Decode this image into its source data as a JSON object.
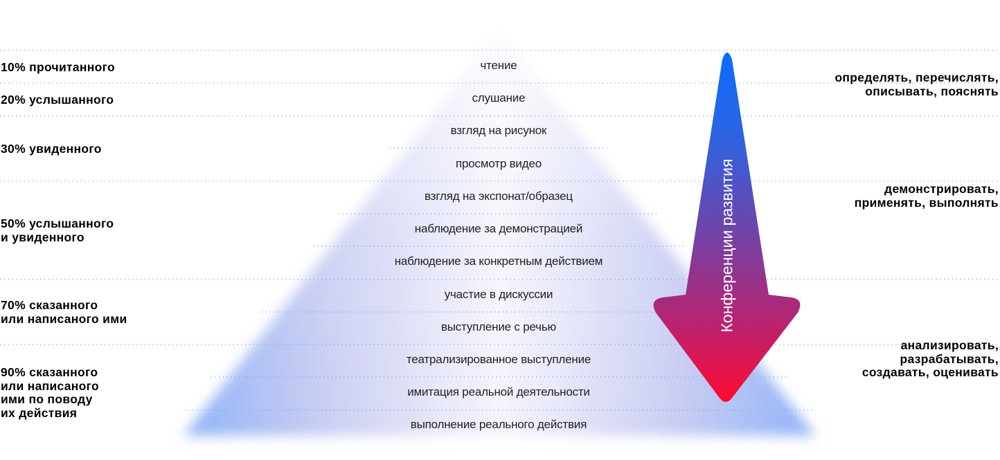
{
  "rows": [
    "чтение",
    "слушание",
    "взгляд на рисунок",
    "просмотр видео",
    "взгляд на экспонат/образец",
    "наблюдение за демонстрацией",
    "наблюдение за конкретным действием",
    "участие в дискуссии",
    "выступление с речью",
    "театрализированное выступление",
    "имитация реальной деятельности",
    "выполнение реального действия"
  ],
  "left_labels": [
    "10% прочитанного",
    "20% услышанного",
    "30% увиденного",
    "50% услышанного\nи увиденного",
    "70% сказанного\nили написаного ими",
    "90% сказанного\nили написаного\nими по поводу\nих действия"
  ],
  "right_labels": [
    "определять, перечислять,\nописывать, пояснять",
    "демонстрировать,\nприменять, выполнять",
    "анализировать,\nразрабатывать,\nсоздавать, оценивать"
  ],
  "arrow": {
    "label": "Конференции развития",
    "colors": {
      "top": "#0a6cff",
      "middle": "#7a3fa0",
      "bottom": "#ff0a30"
    }
  },
  "colors": {
    "pyramid_edge": "#94b6f7",
    "pyramid_mid": "#d6d6f3",
    "dots": "#7fa6e6"
  }
}
